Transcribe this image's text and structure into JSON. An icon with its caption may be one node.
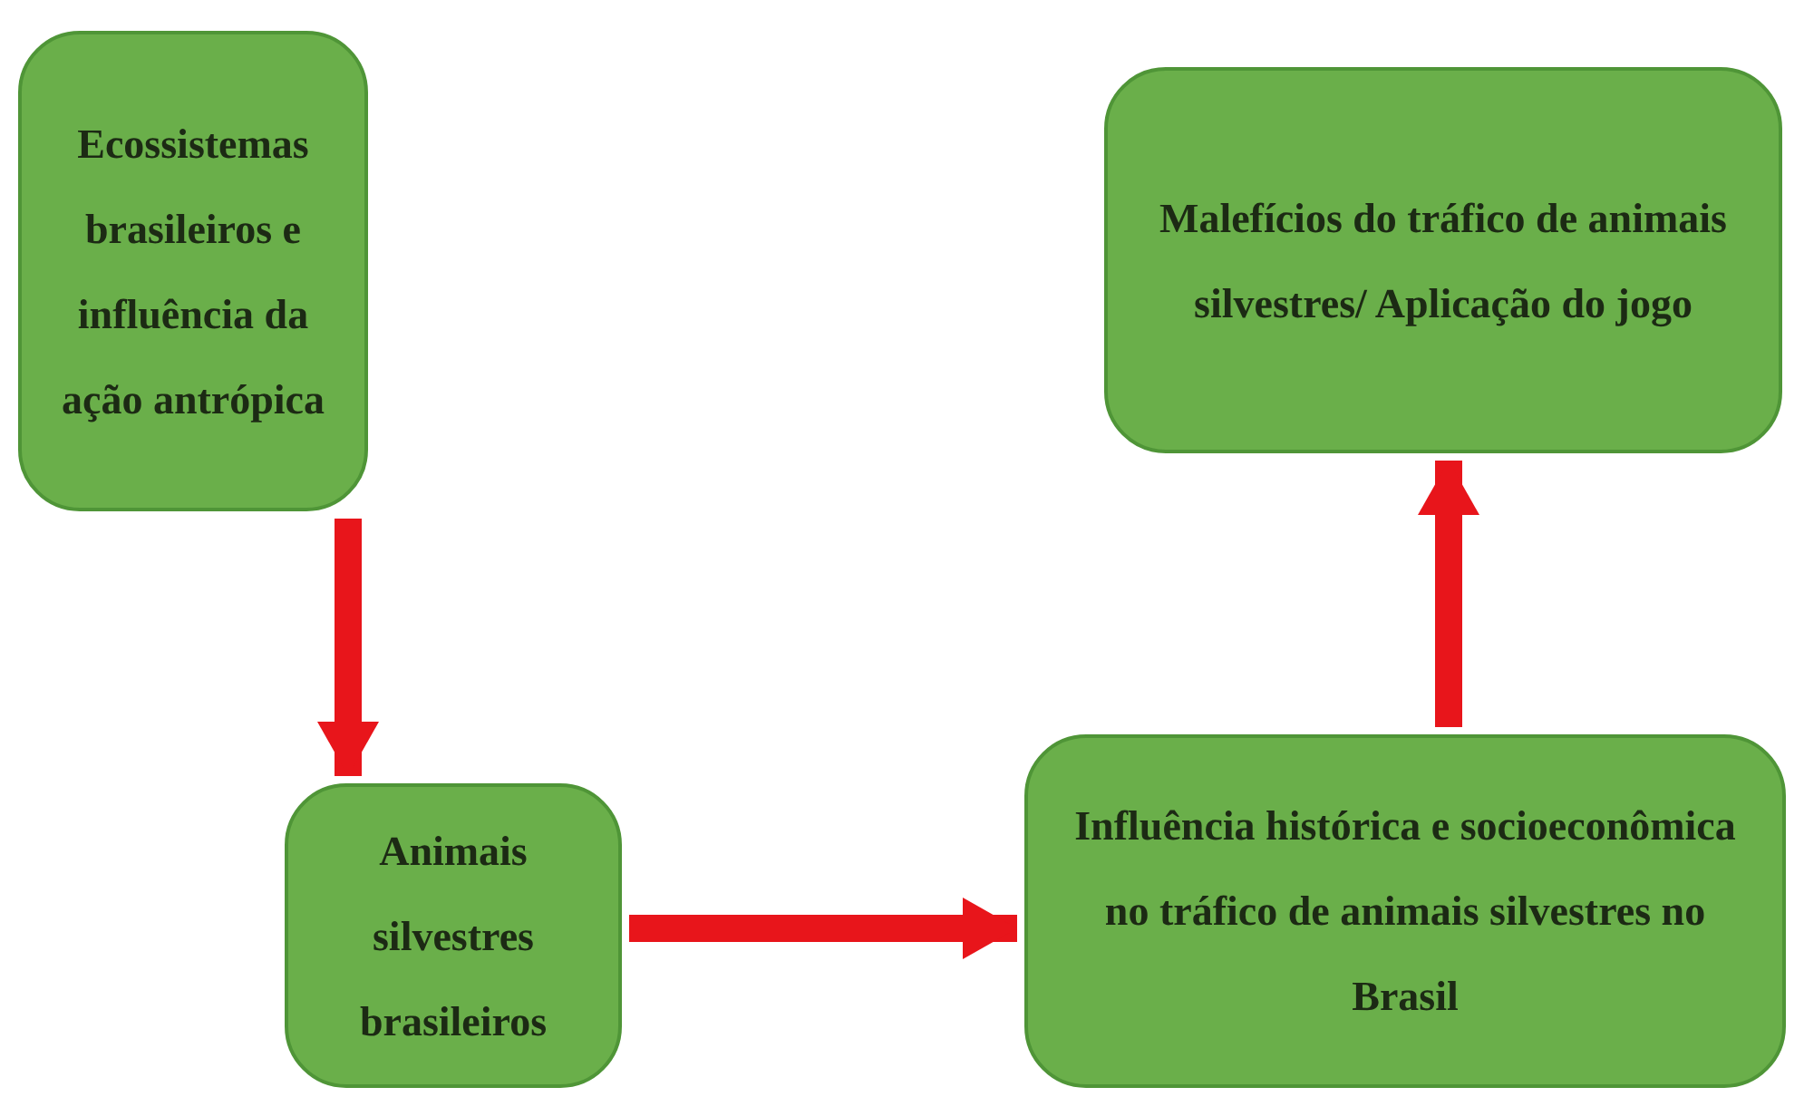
{
  "diagram": {
    "nodes": [
      {
        "text": [
          "Ecossistemas brasileiros e influência da ação antrópica"
        ]
      },
      {
        "text": [
          "Animais silvestres brasileiros"
        ]
      },
      {
        "text": [
          "Influência histórica e socioeconômica no tráfico de animais silvestres no Brasil"
        ]
      },
      {
        "text": [
          "Malefícios do tráfico de animais silvestres/ Aplicação do jogo"
        ]
      }
    ],
    "edges": [
      {
        "from": 0,
        "to": 1,
        "arrow": "to"
      },
      {
        "from": 1,
        "to": 2,
        "arrow": "to"
      },
      {
        "from": 2,
        "to": 3,
        "arrow": "to"
      }
    ]
  }
}
